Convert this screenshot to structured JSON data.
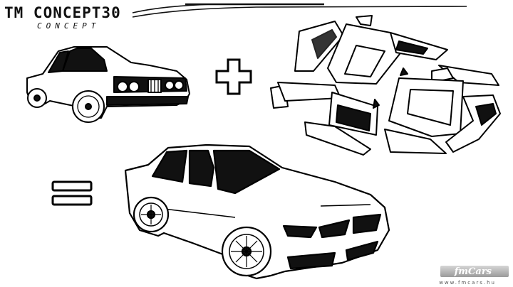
{
  "title": {
    "main": "TM CONCEPT30",
    "sub": "CONCEPT"
  },
  "symbols": {
    "plus": "+",
    "equals": "="
  },
  "watermark": {
    "logo": "fmCars",
    "url": "www.fmcars.hu"
  },
  "icons": [
    "e30-car-drawing",
    "body-panels-drawing",
    "concept-car-drawing",
    "plus-icon",
    "equals-icon"
  ]
}
